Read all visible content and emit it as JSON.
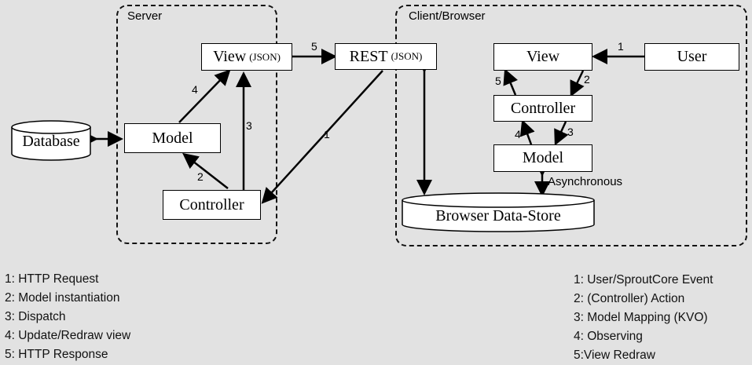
{
  "server": {
    "title": "Server",
    "view_label": "View",
    "view_sub": "(JSON)",
    "model_label": "Model",
    "controller_label": "Controller"
  },
  "database_label": "Database",
  "rest": {
    "label": "REST",
    "sub": "(JSON)"
  },
  "client": {
    "title": "Client/Browser",
    "view_label": "View",
    "user_label": "User",
    "controller_label": "Controller",
    "model_label": "Model",
    "datastore_label": "Browser Data-Store",
    "async_label": "Asynchronous"
  },
  "arrow_numbers": {
    "server_model_to_view": "4",
    "server_controller_to_view": "3",
    "server_controller_to_model": "2",
    "view_to_rest": "5",
    "rest_to_controller": "1",
    "user_to_view": "1",
    "client_view_to_controller": "2",
    "client_controller_to_view": "5",
    "client_controller_to_model": "3",
    "client_model_to_controller": "4"
  },
  "legend_server": [
    "1: HTTP Request",
    "2: Model instantiation",
    "3: Dispatch",
    "4: Update/Redraw view",
    "5: HTTP Response"
  ],
  "legend_client": [
    "1: User/SproutCore Event",
    "2: (Controller) Action",
    "3: Model Mapping (KVO)",
    "4: Observing",
    "5:View Redraw"
  ]
}
